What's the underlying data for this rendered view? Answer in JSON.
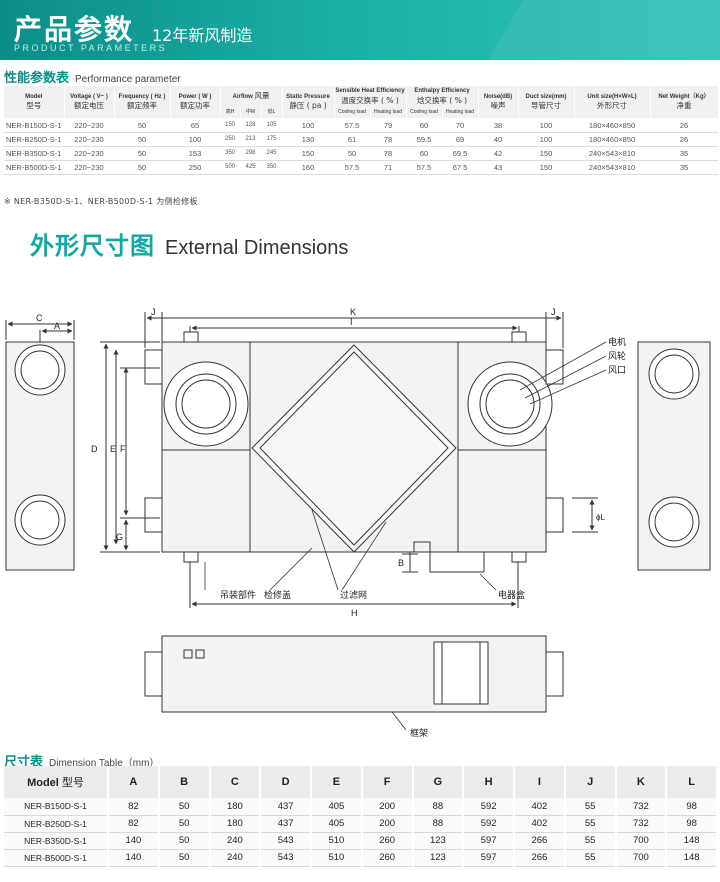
{
  "banner": {
    "title": "产品参数",
    "subtitle": "12年新风制造",
    "en": "PRODUCT PARAMETERS"
  },
  "performance": {
    "title_cn": "性能参数表",
    "title_en": "Performance parameter",
    "headers": {
      "model": [
        "Model",
        "型号"
      ],
      "voltage": [
        "Voltage ( V~ )",
        "额定电压"
      ],
      "frequency": [
        "Frequency ( Hz )",
        "额定频率"
      ],
      "power": [
        "Power ( W )",
        "额定功率"
      ],
      "airflow": [
        "Airflow",
        "风量"
      ],
      "airflow_sub": [
        "高H",
        "中M",
        "低L"
      ],
      "static": [
        "Static Pressure",
        "静压 ( pa )"
      ],
      "sensible": [
        "Sensible Heat Efficiency",
        "温度交换率 ( % )"
      ],
      "sensible_sub": [
        "Cooling load",
        "Heating load"
      ],
      "enthalpy": [
        "Enthalpy Efficiency",
        "焓交换率 ( % )"
      ],
      "enthalpy_sub": [
        "Cooling load",
        "Heating load"
      ],
      "noise": [
        "Noise(dB)",
        "噪声"
      ],
      "duct": [
        "Duct size(mm)",
        "导管尺寸"
      ],
      "unit": [
        "Unit size(H×W×L)",
        "外形尺寸"
      ],
      "weight": [
        "Net Weight（Kg）",
        "净重"
      ]
    },
    "rows": [
      [
        "NER-B150D-S-1",
        "220~230",
        "50",
        "65",
        "150",
        "128",
        "105",
        "100",
        "57.5",
        "79",
        "60",
        "70",
        "38",
        "100",
        "180×460×850",
        "26"
      ],
      [
        "NER-B250D-S-1",
        "220~230",
        "50",
        "100",
        "250",
        "213",
        "175",
        "130",
        "61",
        "78",
        "59.5",
        "69",
        "40",
        "100",
        "180×460×850",
        "26"
      ],
      [
        "NER-B350D-S-1",
        "220~230",
        "50",
        "153",
        "350",
        "298",
        "245",
        "150",
        "50",
        "78",
        "60",
        "69.5",
        "42",
        "150",
        "240×543×810",
        "35"
      ],
      [
        "NER-B500D-S-1",
        "220~230",
        "50",
        "250",
        "500",
        "425",
        "350",
        "160",
        "57.5",
        "71",
        "57.5",
        "67.5",
        "43",
        "150",
        "240×543×810",
        "35"
      ]
    ]
  },
  "note": "※ NER-B350D-S-1、NER-B500D-S-1 为侧检修板",
  "dimensions": {
    "title_cn": "外形尺寸图",
    "title_en": "External Dimensions",
    "labels": {
      "motor": "电机",
      "fan": "风轮",
      "port": "风口",
      "hanging": "吊装部件",
      "access": "检修盖",
      "filter": "过滤网",
      "box": "电器盒",
      "frame": "框架",
      "phiL": "ϕL"
    },
    "letters": [
      "A",
      "B",
      "C",
      "D",
      "E",
      "F",
      "G",
      "H",
      "I",
      "J",
      "K"
    ]
  },
  "dim_table": {
    "title_cn": "尺寸表",
    "title_en": "Dimension Table（mm）",
    "header_model_en": "Model",
    "header_model_cn": "型号",
    "columns": [
      "A",
      "B",
      "C",
      "D",
      "E",
      "F",
      "G",
      "H",
      "I",
      "J",
      "K",
      "L"
    ],
    "rows": [
      [
        "NER-B150D-S-1",
        "82",
        "50",
        "180",
        "437",
        "405",
        "200",
        "88",
        "592",
        "402",
        "55",
        "732",
        "98"
      ],
      [
        "NER-B250D-S-1",
        "82",
        "50",
        "180",
        "437",
        "405",
        "200",
        "88",
        "592",
        "402",
        "55",
        "732",
        "98"
      ],
      [
        "NER-B350D-S-1",
        "140",
        "50",
        "240",
        "543",
        "510",
        "260",
        "123",
        "597",
        "266",
        "55",
        "700",
        "148"
      ],
      [
        "NER-B500D-S-1",
        "140",
        "50",
        "240",
        "543",
        "510",
        "260",
        "123",
        "597",
        "266",
        "55",
        "700",
        "148"
      ]
    ]
  }
}
